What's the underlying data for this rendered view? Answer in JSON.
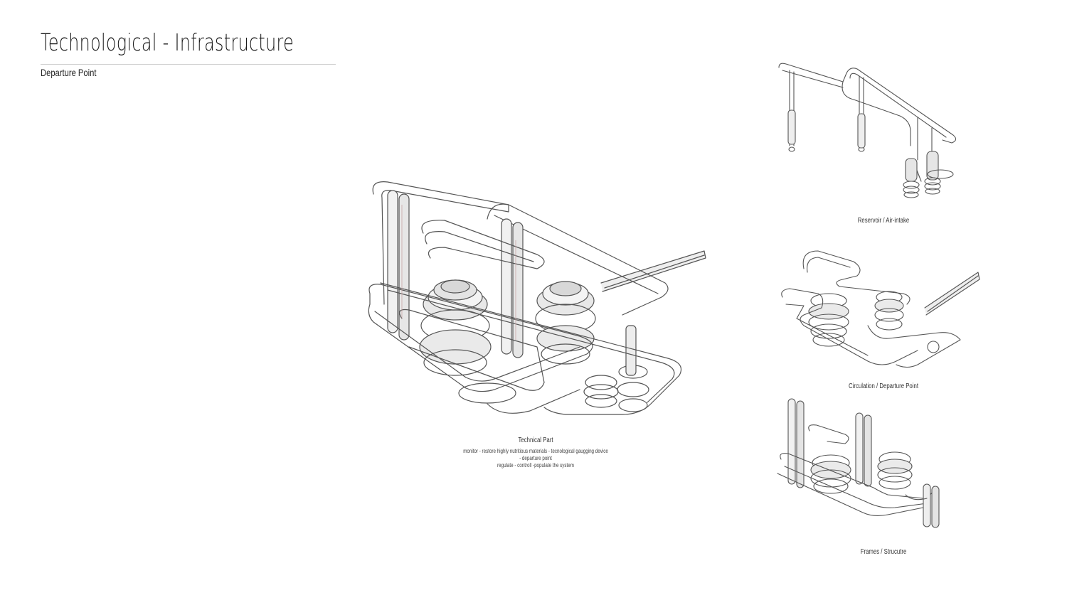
{
  "header": {
    "title": "Technological - Infrastructure",
    "subtitle": "Departure Point"
  },
  "main_drawing": {
    "caption_title": "Technical Part",
    "caption_lines": [
      "monitor - restore highly nutritious materials - tecnological gaugging device",
      "- departure point",
      "regulate - controll -populate the system"
    ]
  },
  "side_drawings": [
    {
      "caption": "Reservoir / Air-intake"
    },
    {
      "caption": "Circulation / Departure Point"
    },
    {
      "caption": "Frames / Strucutre"
    }
  ],
  "colors": {
    "line": "#555555",
    "fill": "#e8e8e8",
    "accent": "#c9a7a7"
  }
}
